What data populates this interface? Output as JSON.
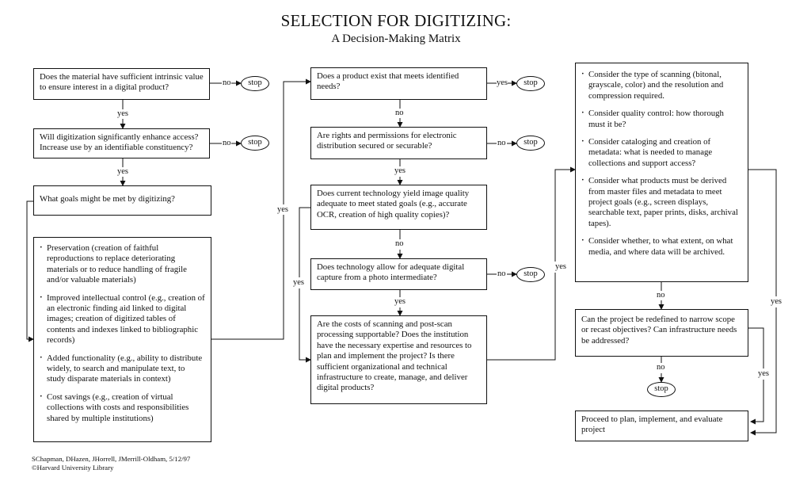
{
  "header": {
    "title": "SELECTION FOR DIGITIZING:",
    "subtitle": "A Decision-Making Matrix"
  },
  "boxes": {
    "intrinsic_value": "Does the material have sufficient intrinsic value to ensure interest in a digital product?",
    "enhance_access": "Will digitization significantly enhance access? Increase use by an identifiable constituency?",
    "goals": "What goals might be met by digitizing?",
    "goals_list": [
      "Preservation  (creation of faithful reproductions to replace deteriorating materials or to reduce handling of fragile and/or valuable materials)",
      "Improved intellectual control  (e.g., creation of an electronic finding aid linked to digital images; creation of digitized tables of contents and indexes linked to bibliographic records)",
      "Added functionality  (e.g., ability to distribute widely, to search and manipulate text, to study disparate materials in context)",
      "Cost savings  (e.g., creation of virtual collections with costs and responsibilities shared by multiple institutions)"
    ],
    "product_exists": "Does a product exist that meets identified needs?",
    "rights": "Are rights and permissions for electronic distribution secured or securable?",
    "technology_quality": "Does current technology yield image quality adequate to meet stated goals (e.g., accurate OCR, creation of high quality copies)?",
    "photo_intermediate": "Does technology allow for adequate digital capture from a photo intermediate?",
    "costs": "Are the costs of scanning and post-scan processing supportable?  Does the institution have the necessary expertise and resources to plan and implement the project?  Is there sufficient organizational and technical infrastructure to create, manage, and deliver digital products?",
    "considerations": [
      "Consider the type of scanning (bitonal, grayscale, color) and the resolution and compression required.",
      "Consider quality control:  how thorough must it be?",
      "Consider cataloging and creation of metadata:  what is needed to manage collections and support access?",
      "Consider  what products must be derived from master files and metadata to meet project goals (e.g., screen displays, searchable text, paper prints, disks, archival tapes).",
      "Consider whether, to what extent, on what media, and where data will be archived."
    ],
    "redefine": "Can the project be redefined to narrow scope or recast objectives?  Can infrastructure needs be addressed?",
    "proceed": "Proceed to plan, implement, and evaluate project"
  },
  "stop_label": "stop",
  "labels": {
    "yes": "yes",
    "no": "no"
  },
  "credit": {
    "authors": "SChapman, DHazen, JHorrell, JMerrill-Oldham, 5/12/97",
    "library": "©Harvard University Library"
  }
}
